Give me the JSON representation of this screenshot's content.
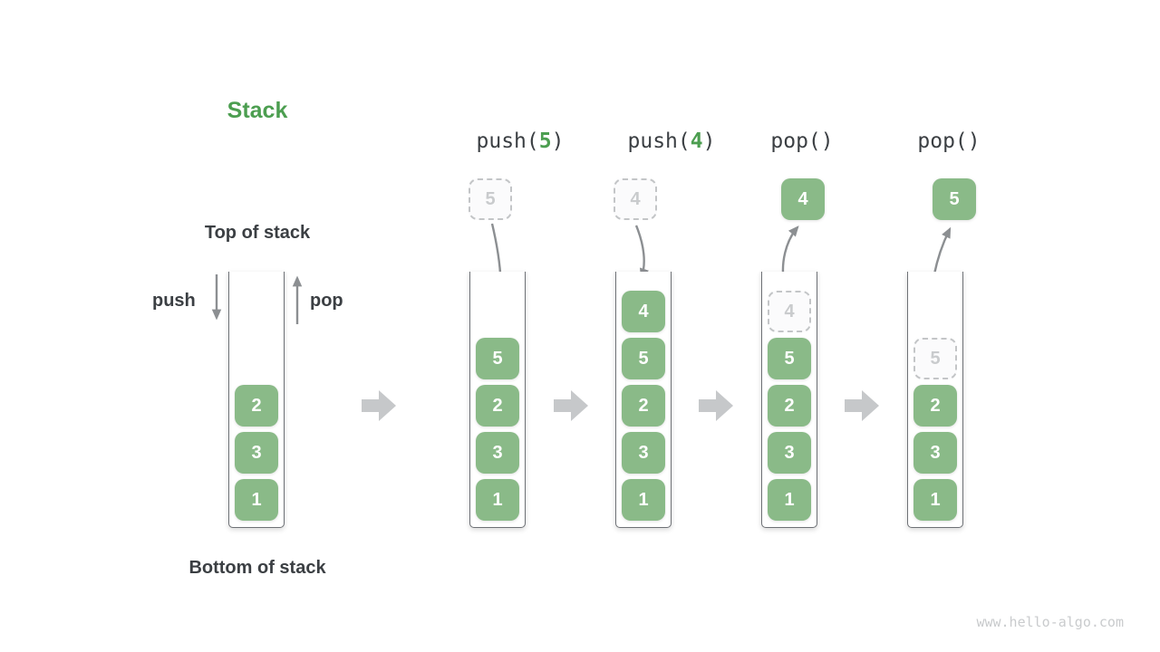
{
  "title": "Stack",
  "labels": {
    "top_of_stack": "Top of stack",
    "bottom_of_stack": "Bottom of stack",
    "push": "push",
    "pop": "pop"
  },
  "watermark": "www.hello-algo.com",
  "colors": {
    "accent_green": "#4c9e50",
    "cell_green": "#8aba88",
    "cell_text": "#ffffff",
    "ghost_text": "#c9cbcd",
    "text_dark": "#3b3f43",
    "arrow_gray": "#8c8f92",
    "step_arrow_gray": "#c6c8ca",
    "watermark_gray": "#c9cbcd"
  },
  "columns": [
    {
      "stack": [
        {
          "value": "2",
          "state": "solid"
        },
        {
          "value": "3",
          "state": "solid"
        },
        {
          "value": "1",
          "state": "solid"
        }
      ]
    },
    {
      "operation": {
        "prefix": "push(",
        "arg": "5",
        "suffix": ")"
      },
      "floating": {
        "value": "5",
        "state": "ghost"
      },
      "stack": [
        {
          "value": "5",
          "state": "solid"
        },
        {
          "value": "2",
          "state": "solid"
        },
        {
          "value": "3",
          "state": "solid"
        },
        {
          "value": "1",
          "state": "solid"
        }
      ]
    },
    {
      "operation": {
        "prefix": "push(",
        "arg": "4",
        "suffix": ")"
      },
      "floating": {
        "value": "4",
        "state": "ghost"
      },
      "stack": [
        {
          "value": "4",
          "state": "solid"
        },
        {
          "value": "5",
          "state": "solid"
        },
        {
          "value": "2",
          "state": "solid"
        },
        {
          "value": "3",
          "state": "solid"
        },
        {
          "value": "1",
          "state": "solid"
        }
      ]
    },
    {
      "operation": {
        "prefix": "pop(",
        "arg": "",
        "suffix": ")"
      },
      "floating": {
        "value": "4",
        "state": "solid"
      },
      "stack": [
        {
          "value": "4",
          "state": "ghost"
        },
        {
          "value": "5",
          "state": "solid"
        },
        {
          "value": "2",
          "state": "solid"
        },
        {
          "value": "3",
          "state": "solid"
        },
        {
          "value": "1",
          "state": "solid"
        }
      ]
    },
    {
      "operation": {
        "prefix": "pop(",
        "arg": "",
        "suffix": ")"
      },
      "floating": {
        "value": "5",
        "state": "solid"
      },
      "stack": [
        {
          "value": "5",
          "state": "ghost"
        },
        {
          "value": "2",
          "state": "solid"
        },
        {
          "value": "3",
          "state": "solid"
        },
        {
          "value": "1",
          "state": "solid"
        }
      ]
    }
  ]
}
